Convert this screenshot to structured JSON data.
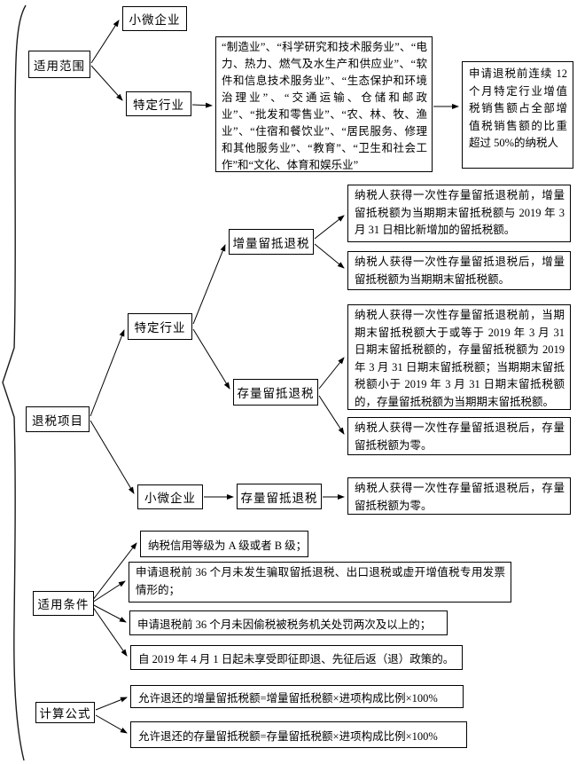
{
  "accent_color": "#000000",
  "background_color": "#ffffff",
  "nodes": {
    "scope_label": "适用范围",
    "scope_small_micro": "小微企业",
    "scope_specific_industry": "特定行业",
    "industry_list": "“制造业”、“科学研究和技术服务业”、“电力、热力、燃气及水生产和供应业”、“软件和信息技术服务业”、“生态保护和环境治理业”、“交通运输、仓储和邮政业”、“批发和零售业”、“农、林、牧、渔业”、“住宿和餐饮业”、“居民服务、修理和其他服务业”、“教育”、“卫生和社会工作”和“文化、体育和娱乐业”",
    "threshold_note": "申请退税前连续 12 个月特定行业增值税销售额占全部增值税销售额的比重超过 50%的纳税人",
    "refund_items_label": "退税项目",
    "refund_specific_industry": "特定行业",
    "incremental_refund": "增量留抵退税",
    "stock_refund_specific": "存量留抵退税",
    "refund_small_micro": "小微企业",
    "stock_refund_small": "存量留抵退税",
    "incremental_before_note": "纳税人获得一次性存量留抵退税前，增量留抵税额为当期期末留抵税额与 2019 年 3 月 31 日相比新增加的留抵税额。",
    "incremental_after_note": "纳税人获得一次性存量留抵退税后，增量留抵税额为当期期末留抵税额。",
    "stock_before_note": "纳税人获得一次性存量留抵退税前，当期期末留抵税额大于或等于 2019 年 3 月 31 日期末留抵税额的，存量留抵税额为 2019 年 3 月 31 日期末留抵税额；当期期末留抵税额小于 2019 年 3 月 31 日期末留抵税额的，存量留抵税额为当期期末留抵税额。",
    "stock_after_note": "纳税人获得一次性存量留抵退税后，存量留抵税额为零。",
    "small_stock_after_note": "纳税人获得一次性存量留抵退税后，存量留抵税额为零。",
    "conditions_label": "适用条件",
    "condition_1": "纳税信用等级为 A 级或者 B 级；",
    "condition_2": "申请退税前 36 个月未发生骗取留抵退税、出口退税或虚开增值税专用发票情形的；",
    "condition_3": "申请退税前 36 个月未因偷税被税务机关处罚两次及以上的；",
    "condition_4": "自 2019 年 4 月 1 日起未享受即征即退、先征后返（退）政策的。",
    "formula_label": "计算公式",
    "formula_incremental": "允许退还的增量留抵税额=增量留抵税额×进项构成比例×100%",
    "formula_stock": "允许退还的存量留抵税额=存量留抵税额×进项构成比例×100%"
  }
}
